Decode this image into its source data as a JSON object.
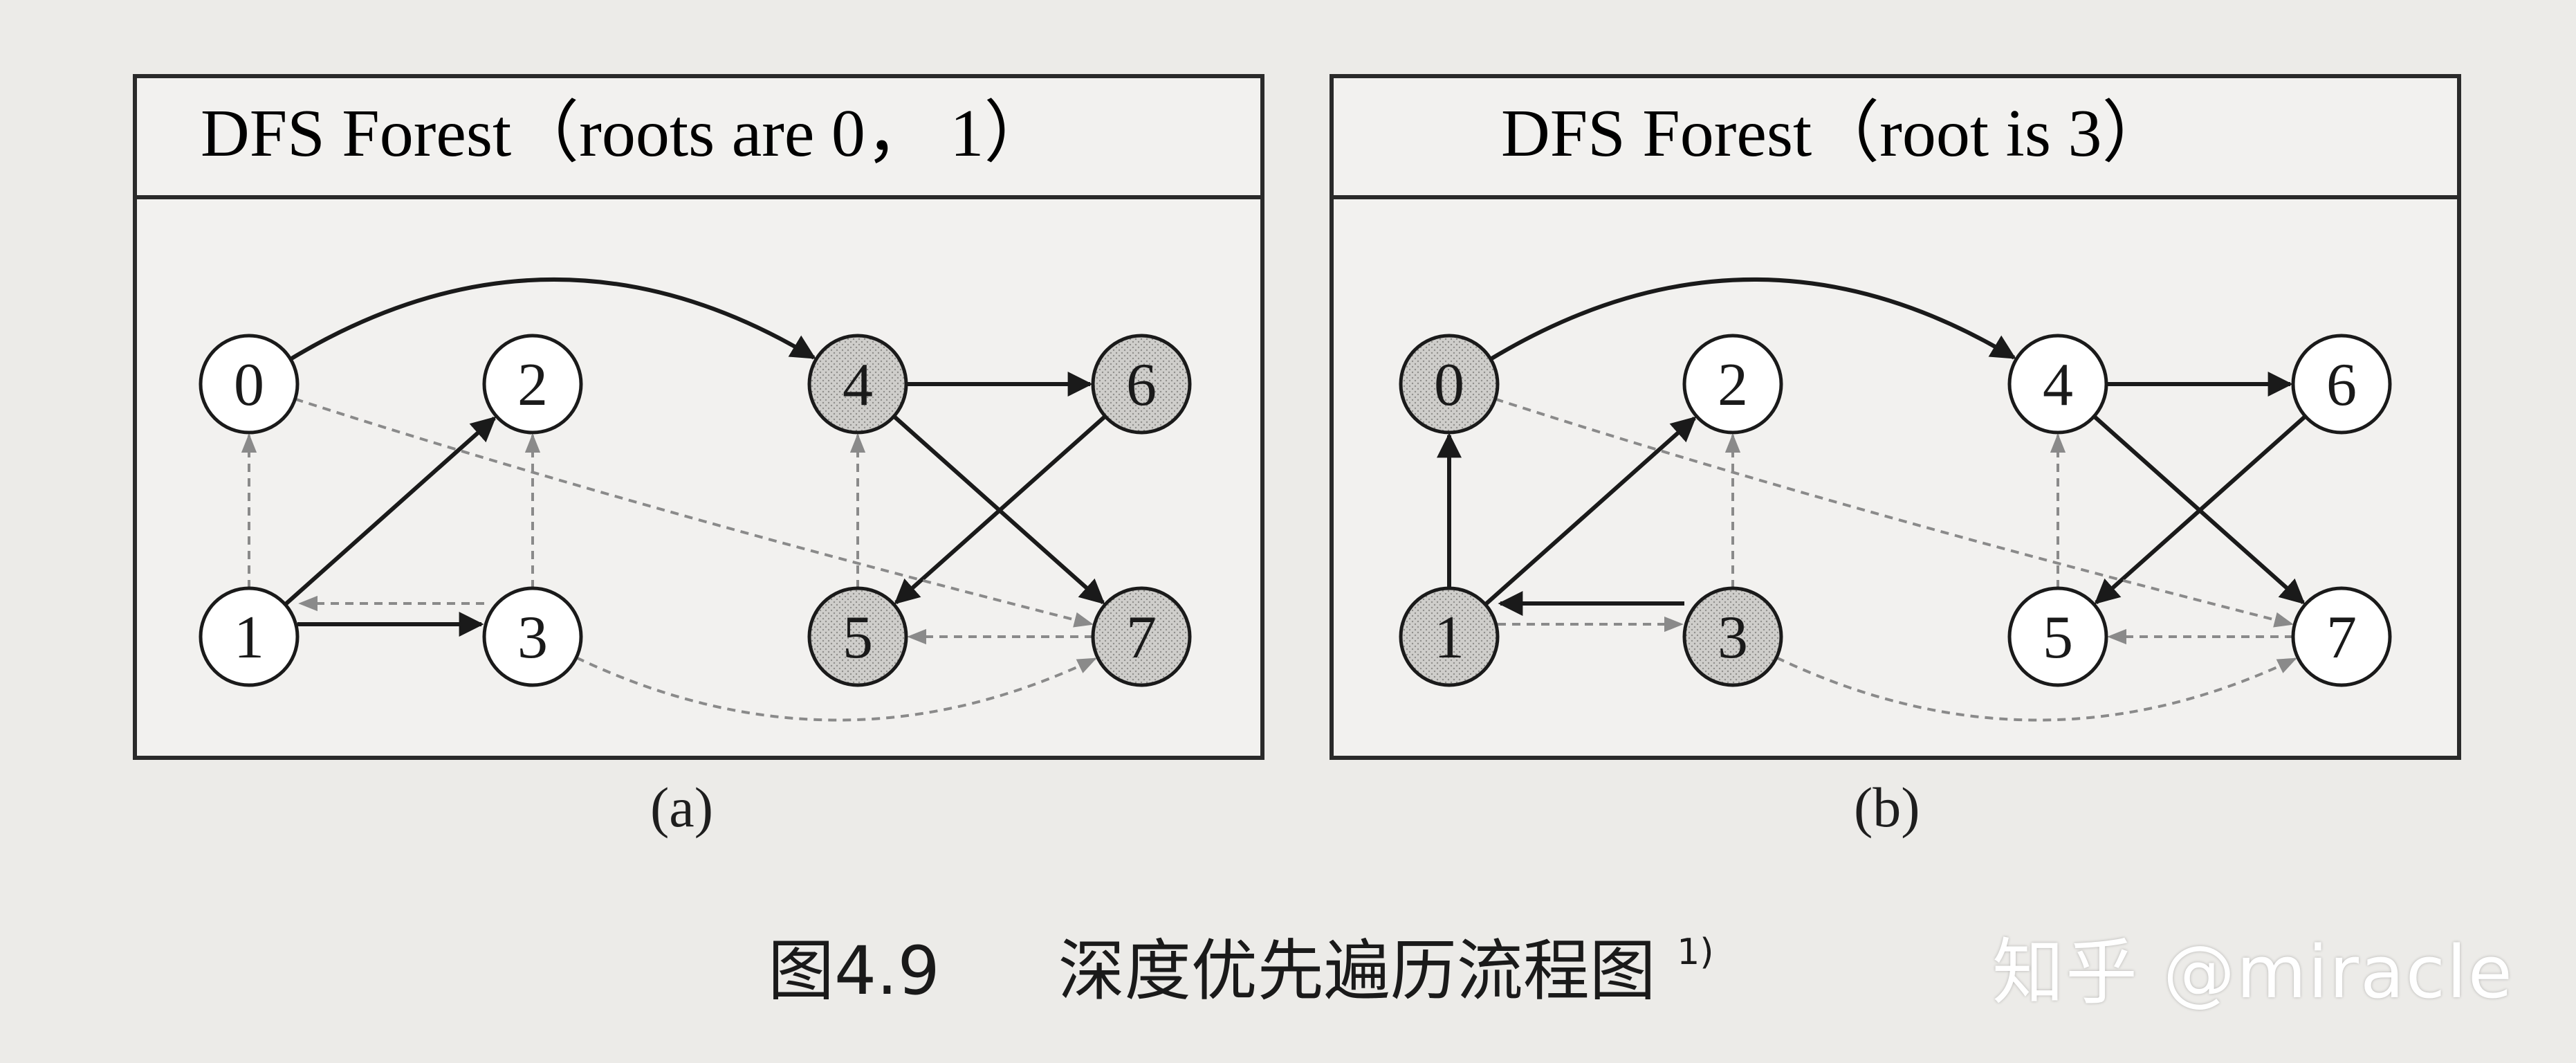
{
  "panels": [
    {
      "title": "DFS Forest（roots are 0， 1）",
      "sublabel": "(a)",
      "nodes": [
        {
          "label": "0",
          "shaded": false
        },
        {
          "label": "1",
          "shaded": false
        },
        {
          "label": "2",
          "shaded": false
        },
        {
          "label": "3",
          "shaded": false
        },
        {
          "label": "4",
          "shaded": true
        },
        {
          "label": "5",
          "shaded": true
        },
        {
          "label": "6",
          "shaded": true
        },
        {
          "label": "7",
          "shaded": true
        }
      ],
      "edges": [
        {
          "from": "0",
          "to": "4",
          "style": "tree"
        },
        {
          "from": "1",
          "to": "2",
          "style": "tree"
        },
        {
          "from": "1",
          "to": "3",
          "style": "tree"
        },
        {
          "from": "4",
          "to": "6",
          "style": "tree"
        },
        {
          "from": "4",
          "to": "7",
          "style": "tree"
        },
        {
          "from": "6",
          "to": "5",
          "style": "tree"
        },
        {
          "from": "1",
          "to": "0",
          "style": "dashed"
        },
        {
          "from": "3",
          "to": "2",
          "style": "dashed"
        },
        {
          "from": "3",
          "to": "1",
          "style": "dashed"
        },
        {
          "from": "5",
          "to": "4",
          "style": "dashed"
        },
        {
          "from": "7",
          "to": "5",
          "style": "dashed"
        },
        {
          "from": "0",
          "to": "7",
          "style": "dashed"
        },
        {
          "from": "3",
          "to": "7",
          "style": "dashed"
        }
      ]
    },
    {
      "title": "DFS Forest（root is 3）",
      "sublabel": "(b)",
      "nodes": [
        {
          "label": "0",
          "shaded": true
        },
        {
          "label": "1",
          "shaded": true
        },
        {
          "label": "2",
          "shaded": false
        },
        {
          "label": "3",
          "shaded": true
        },
        {
          "label": "4",
          "shaded": false
        },
        {
          "label": "5",
          "shaded": false
        },
        {
          "label": "6",
          "shaded": false
        },
        {
          "label": "7",
          "shaded": false
        }
      ],
      "edges": [
        {
          "from": "0",
          "to": "4",
          "style": "tree"
        },
        {
          "from": "1",
          "to": "0",
          "style": "tree"
        },
        {
          "from": "1",
          "to": "2",
          "style": "tree"
        },
        {
          "from": "3",
          "to": "1",
          "style": "tree"
        },
        {
          "from": "4",
          "to": "6",
          "style": "tree"
        },
        {
          "from": "4",
          "to": "7",
          "style": "tree"
        },
        {
          "from": "6",
          "to": "5",
          "style": "tree"
        },
        {
          "from": "1",
          "to": "3",
          "style": "dashed"
        },
        {
          "from": "3",
          "to": "2",
          "style": "dashed"
        },
        {
          "from": "5",
          "to": "4",
          "style": "dashed"
        },
        {
          "from": "7",
          "to": "5",
          "style": "dashed"
        },
        {
          "from": "0",
          "to": "7",
          "style": "dashed"
        },
        {
          "from": "3",
          "to": "7",
          "style": "dashed"
        }
      ]
    }
  ],
  "caption": {
    "figure_number": "图4.9",
    "text": "深度优先遍历流程图",
    "footnote_mark": "1)"
  },
  "watermark": "知乎 @miracle",
  "colors": {
    "shaded_node": "#c4c3c0",
    "plain_node": "#ffffff",
    "tree_edge": "#1a1a1a",
    "dashed_edge": "#8a8a8a"
  }
}
